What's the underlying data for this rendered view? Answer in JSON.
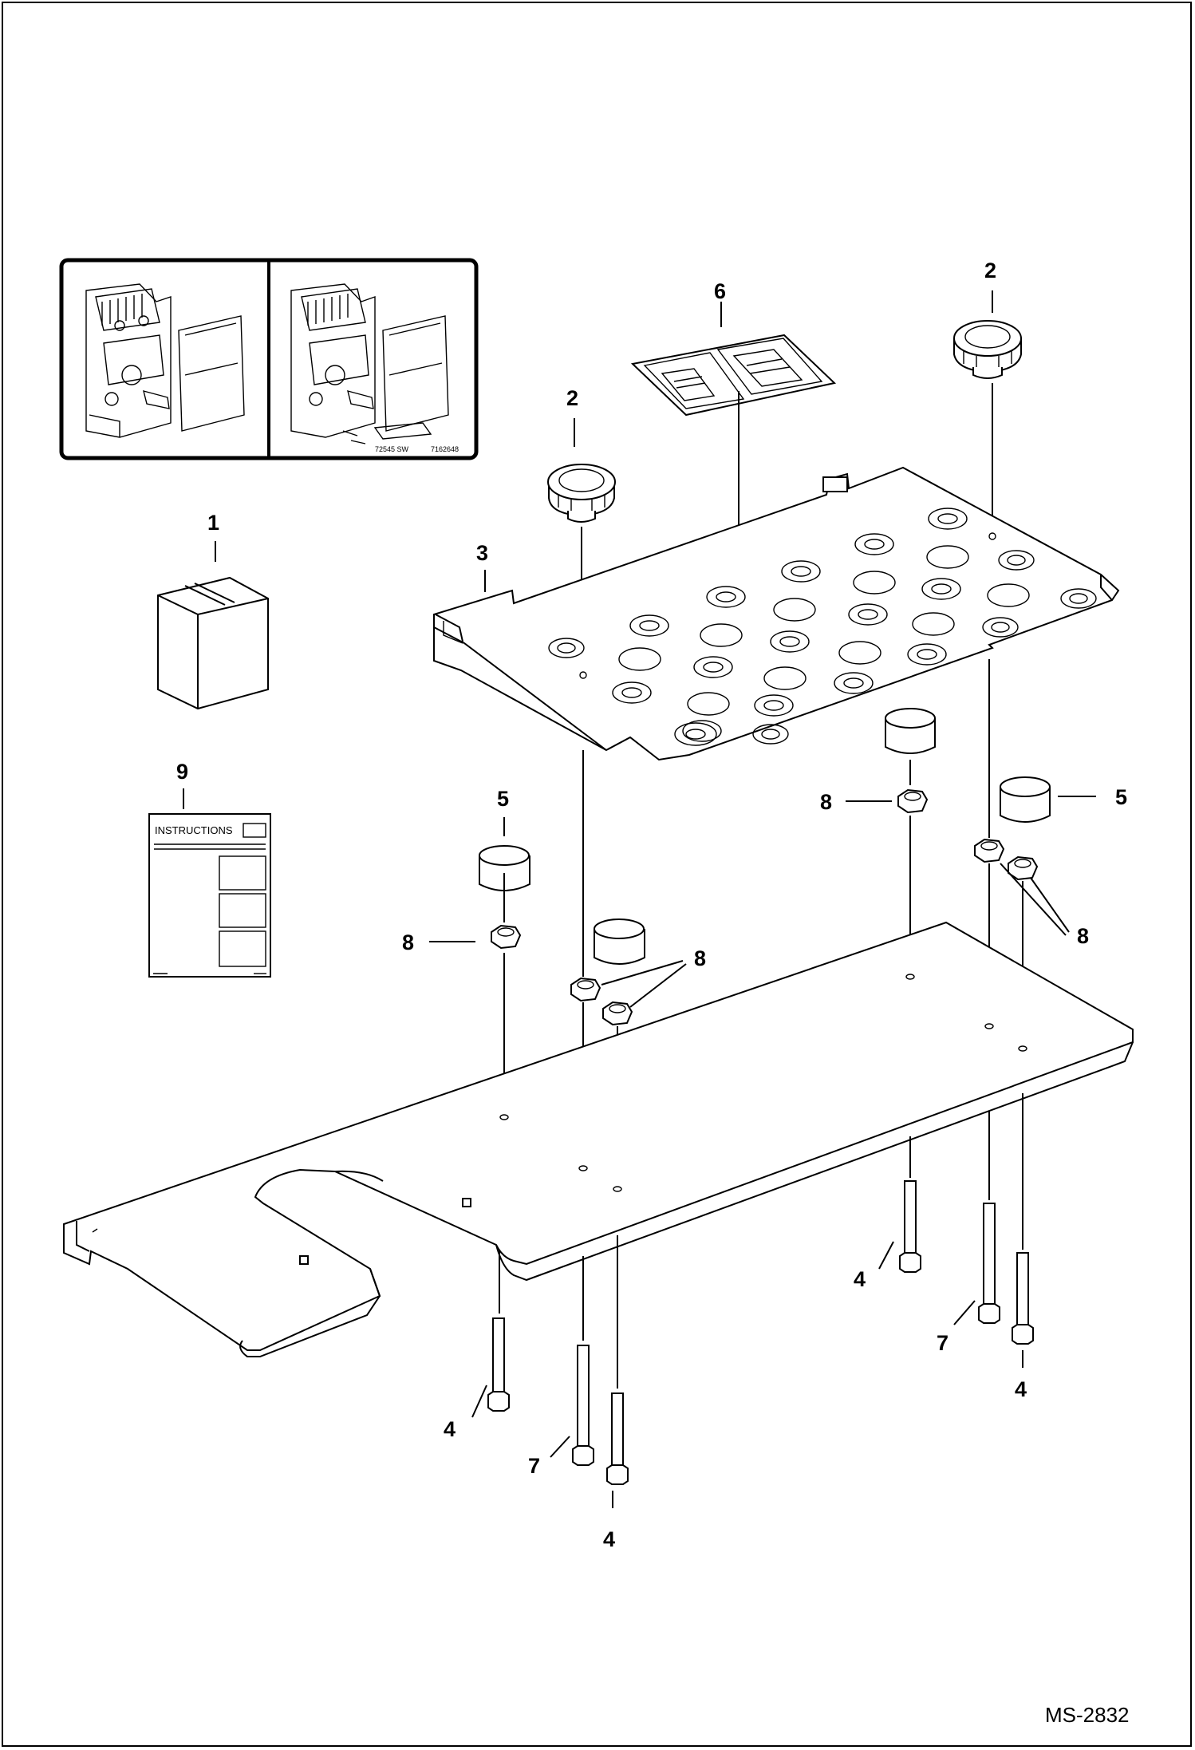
{
  "diagram": {
    "reference_code": "MS-2832",
    "callouts": {
      "knob_left": "2",
      "knob_right": "2",
      "decal": "6",
      "kit_box": "1",
      "top_plate": "3",
      "instructions": "9",
      "spacer_left": "5",
      "spacer_right": "5",
      "nut_left": "8",
      "nut_center_pair": "8",
      "nut_center_right": "8",
      "nut_right_pair": "8",
      "bolt_front_left": "4",
      "bolt_front_right": "4",
      "bolt_center": "4",
      "bolt_rear_right": "4",
      "bolt_long_left": "7",
      "bolt_long_right": "7"
    },
    "inset": {
      "part_number": "72545 SW",
      "drawing_number": "7162648"
    },
    "instructions_sheet": {
      "title": "INSTRUCTIONS"
    }
  }
}
